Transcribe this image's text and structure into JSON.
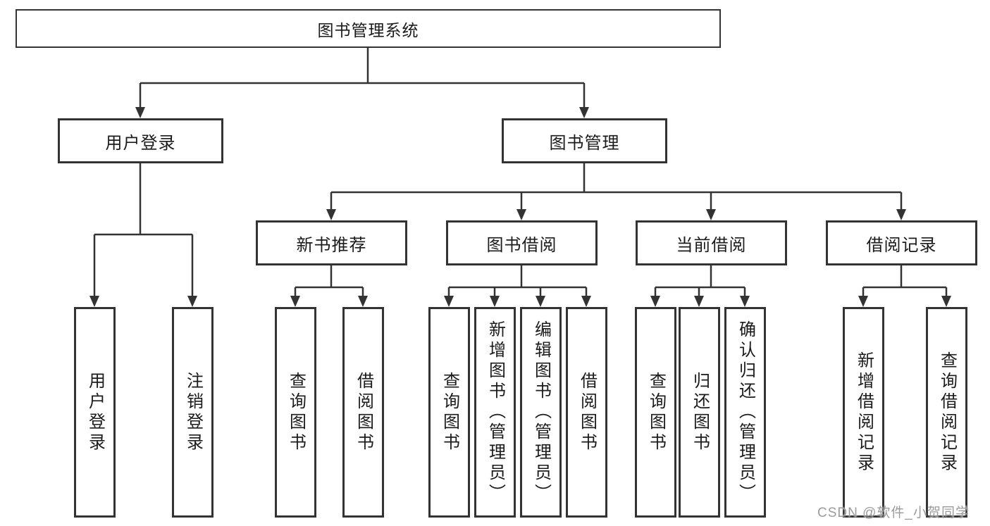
{
  "diagram": {
    "root": {
      "label": "图书管理系统"
    },
    "level1": [
      {
        "label": "用户登录"
      },
      {
        "label": "图书管理"
      }
    ],
    "level2": [
      {
        "label": "新书推荐"
      },
      {
        "label": "图书借阅"
      },
      {
        "label": "当前借阅"
      },
      {
        "label": "借阅记录"
      }
    ],
    "leaves": [
      {
        "group": "用户登录",
        "label": "用户登录"
      },
      {
        "group": "用户登录",
        "label": "注销登录"
      },
      {
        "group": "新书推荐",
        "label": "查询图书"
      },
      {
        "group": "新书推荐",
        "label": "借阅图书"
      },
      {
        "group": "图书借阅",
        "label": "查询图书"
      },
      {
        "group": "图书借阅",
        "label": "新增图书（管理员）"
      },
      {
        "group": "图书借阅",
        "label": "编辑图书（管理员）"
      },
      {
        "group": "图书借阅",
        "label": "借阅图书"
      },
      {
        "group": "当前借阅",
        "label": "查询图书"
      },
      {
        "group": "当前借阅",
        "label": "归还图书"
      },
      {
        "group": "当前借阅",
        "label": "确认归还（管理员）"
      },
      {
        "group": "借阅记录",
        "label": "新增借阅记录"
      },
      {
        "group": "借阅记录",
        "label": "查询借阅记录"
      }
    ]
  },
  "watermark": {
    "text": "CSDN @软件_小贺同学"
  },
  "colors": {
    "line": "#333333",
    "box_border": "#333333",
    "text": "#1b1b1b",
    "watermark": "#9b9b9b",
    "background": "#ffffff"
  }
}
